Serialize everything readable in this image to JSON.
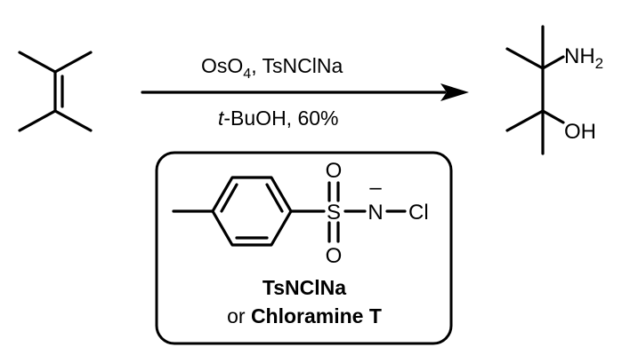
{
  "reaction": {
    "reagents_prefix": "OsO",
    "reagents_subscript": "4",
    "reagents_suffix": ", TsNClNa",
    "conditions_italic": "t",
    "conditions_rest": "-BuOH, 60%"
  },
  "product": {
    "amine_prefix": "NH",
    "amine_subscript": "2",
    "hydroxyl": "OH"
  },
  "reagent_structure": {
    "sulfur": "S",
    "oxygen_top": "O",
    "oxygen_bottom": "O",
    "nitrogen": "N",
    "chlorine": "Cl",
    "charge": "–"
  },
  "reagent_name": {
    "line1": "TsNClNa",
    "line2_prefix": "or ",
    "line2_bold": "Chloramine T"
  },
  "colors": {
    "ink": "#000000",
    "background": "#ffffff"
  }
}
